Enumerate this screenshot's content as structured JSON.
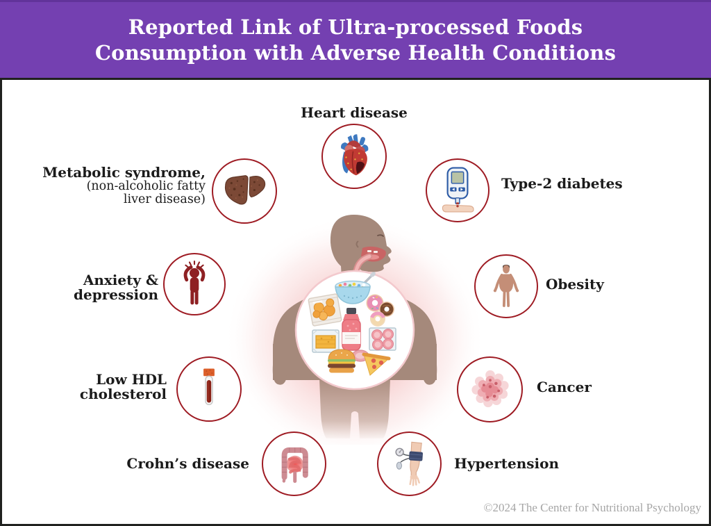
{
  "header": {
    "title_line1": "Reported Link of Ultra-processed Foods",
    "title_line2": "Consumption with Adverse Health Conditions"
  },
  "conditions": {
    "heart_disease": {
      "label": "Heart disease",
      "icon": "anatomical-heart-icon"
    },
    "metabolic_syndrome": {
      "label": "Metabolic syndrome,",
      "sub_line1": "(non-alcoholic fatty",
      "sub_line2": "liver disease)",
      "icon": "liver-icon"
    },
    "type2_diabetes": {
      "label": "Type-2 diabetes",
      "icon": "glucose-meter-icon"
    },
    "anxiety_depression": {
      "line1": "Anxiety &",
      "line2": "depression",
      "icon": "stressed-person-icon"
    },
    "obesity": {
      "label": "Obesity",
      "icon": "obese-person-icon"
    },
    "low_hdl": {
      "line1": "Low HDL",
      "line2": "cholesterol",
      "icon": "blood-test-tube-icon"
    },
    "cancer": {
      "label": "Cancer",
      "icon": "tumor-cells-icon"
    },
    "crohns_disease": {
      "label": "Crohn’s disease",
      "icon": "inflamed-intestine-icon"
    },
    "hypertension": {
      "label": "Hypertension",
      "icon": "blood-pressure-cuff-icon"
    }
  },
  "center": {
    "icon": "human-body-with-ultra-processed-foods",
    "foods": [
      "cereal-bowl",
      "chips-bag",
      "donuts",
      "sugary-drink-bottle",
      "packaged-cheese",
      "packaged-processed-meat",
      "hamburger",
      "pizza-slice"
    ]
  },
  "footer": {
    "copyright": "©2024 The Center for Nutritional Psychology"
  },
  "colors": {
    "header_background": "#7440b1",
    "circle_border": "#9e1b23",
    "label_text": "#1b1b1b",
    "footer_text": "#a6a6a6"
  }
}
